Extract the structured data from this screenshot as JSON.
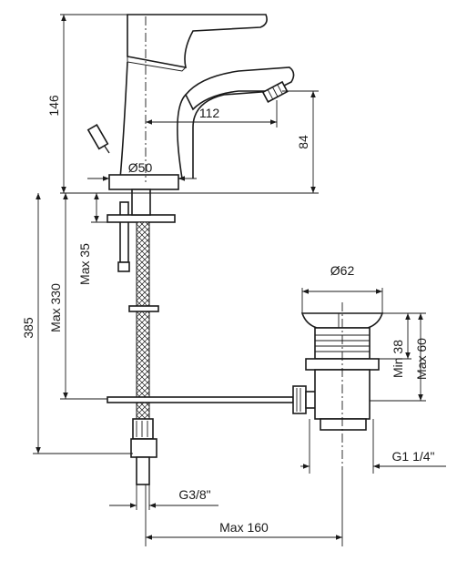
{
  "dimensions": {
    "height_146": "146",
    "spout_112": "112",
    "height_84": "84",
    "dia_50": "Ø50",
    "max_35": "Max 35",
    "max_330": "Max 330",
    "height_385": "385",
    "dia_62": "Ø62",
    "min_38": "Min 38",
    "max_60": "Max 60",
    "g1_1_4": "G1 1/4\"",
    "g3_8": "G3/8\"",
    "max_160": "Max 160"
  }
}
